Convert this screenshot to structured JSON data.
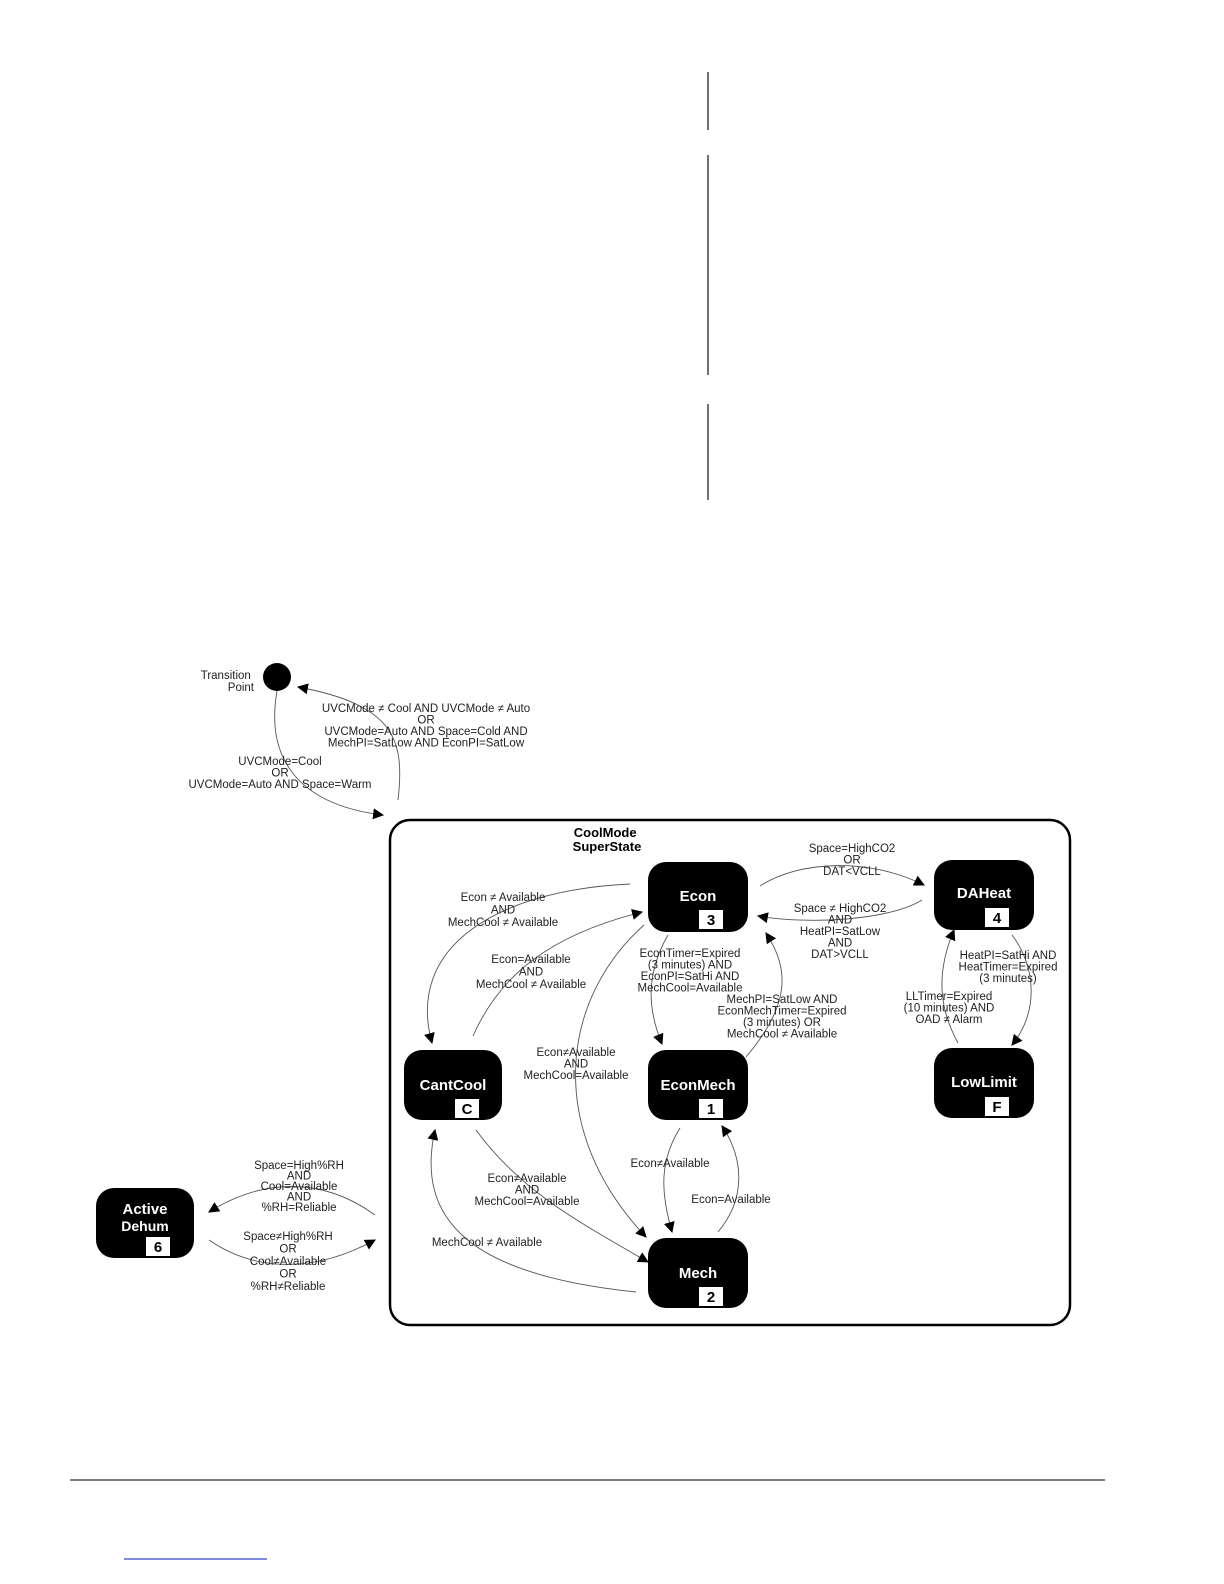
{
  "superstate": {
    "title_line1": "CoolMode",
    "title_line2": "SuperState"
  },
  "transition_point": {
    "line1": "Transition",
    "line2": "Point"
  },
  "states": {
    "econ": {
      "name": "Econ",
      "number": "3"
    },
    "daheat": {
      "name": "DAHeat",
      "number": "4"
    },
    "cantcool": {
      "name": "CantCool",
      "number": "C"
    },
    "econmech": {
      "name": "EconMech",
      "number": "1"
    },
    "lowlimit": {
      "name": "LowLimit",
      "number": "F"
    },
    "mech": {
      "name": "Mech",
      "number": "2"
    },
    "activedehum": {
      "name_line1": "Active",
      "name_line2": "Dehum",
      "number": "6"
    }
  },
  "labels": {
    "to_transition": [
      "UVCMode ≠ Cool AND UVCMode ≠ Auto",
      "OR",
      "UVCMode=Auto AND Space=Cold AND",
      "MechPI=SatLow AND EconPI=SatLow"
    ],
    "from_transition": [
      "UVCMode=Cool",
      "OR",
      "UVCMode=Auto AND Space=Warm"
    ],
    "econ_to_daheat": [
      "Space=HighCO2",
      "OR",
      "DAT<VCLL"
    ],
    "daheat_to_econ": [
      "Space ≠ HighCO2",
      "AND",
      "HeatPI=SatLow",
      "AND",
      "DAT>VCLL"
    ],
    "econ_to_cantcool": [
      "Econ ≠ Available",
      "AND",
      "MechCool ≠ Available"
    ],
    "cantcool_to_econ": [
      "Econ=Available",
      "AND",
      "MechCool ≠ Available"
    ],
    "econ_to_econmech": [
      "EconTimer=Expired",
      "(3 minutes) AND",
      "EconPI=SatHi AND",
      "MechCool=Available"
    ],
    "econmech_to_econ": [
      "MechPI=SatLow AND",
      "EconMechTimer=Expired",
      "(3 minutes) OR",
      "MechCool ≠ Available"
    ],
    "econ_to_mech": [
      "Econ≠Available",
      "AND",
      "MechCool=Available"
    ],
    "daheat_to_lowlimit": [
      "HeatPI=SatHi AND",
      "HeatTimer=Expired",
      "(3 minutes)"
    ],
    "lowlimit_to_daheat": [
      "LLTimer=Expired",
      "(10 minutes) AND",
      "OAD ≠ Alarm"
    ],
    "econmech_to_mech": [
      "Econ≠Available"
    ],
    "mech_to_econmech": [
      "Econ=Available"
    ],
    "cantcool_to_mech": [
      "Econ≠Available",
      "AND",
      "MechCool=Available"
    ],
    "mech_to_cantcool": [
      "MechCool ≠ Available"
    ],
    "to_dehum": [
      "Space=High%RH",
      "AND",
      "Cool=Available",
      "AND",
      "%RH=Reliable"
    ],
    "from_dehum": [
      "Space≠High%RH",
      "OR",
      "Cool≠Available",
      "OR",
      "%RH≠Reliable"
    ]
  }
}
